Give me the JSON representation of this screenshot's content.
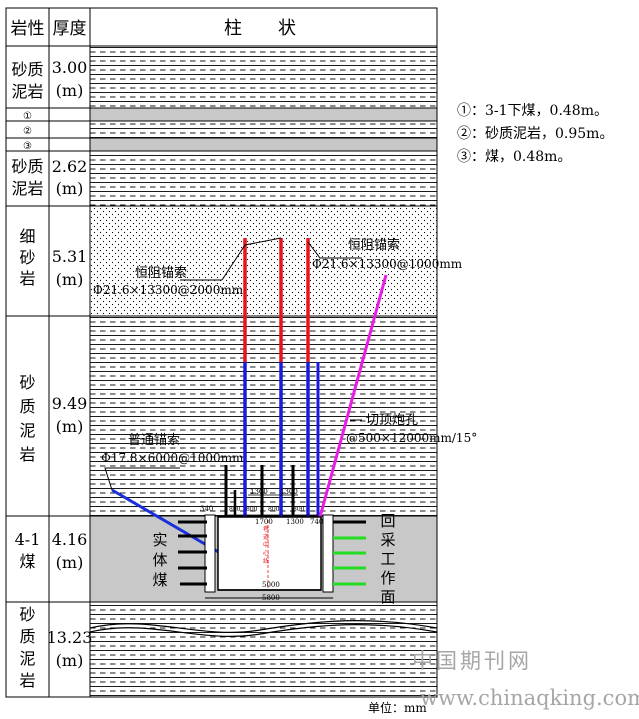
{
  "header": {
    "lithology": "岩性",
    "thickness": "厚度",
    "column": "柱　　状"
  },
  "layers": [
    {
      "id": "sandy-mudstone-1",
      "name": "砂质泥岩",
      "thickness": "3.00",
      "unit": "(m)"
    },
    {
      "id": "thin-1",
      "name": "①",
      "thickness": "",
      "unit": ""
    },
    {
      "id": "thin-2",
      "name": "②",
      "thickness": "",
      "unit": ""
    },
    {
      "id": "thin-3",
      "name": "③",
      "thickness": "",
      "unit": ""
    },
    {
      "id": "sandy-mudstone-2",
      "name": "砂质泥岩",
      "thickness": "2.62",
      "unit": "(m)"
    },
    {
      "id": "fine-sandstone",
      "name": "细砂岩",
      "thickness": "5.31",
      "unit": "(m)"
    },
    {
      "id": "sandy-mudstone-3",
      "name": "砂质泥岩",
      "thickness": "9.49",
      "unit": "(m)"
    },
    {
      "id": "coal-4-1",
      "name": "4-1煤",
      "thickness": "4.16",
      "unit": "(m)"
    },
    {
      "id": "sandy-mudstone-4",
      "name": "砂质泥岩",
      "thickness": "13.23",
      "unit": "(m)"
    }
  ],
  "legend_notes": [
    "①：3-1下煤，0.48m。",
    "②：砂质泥岩，0.95m。",
    "③：煤，0.48m。"
  ],
  "annotations": {
    "cable_left_title": "恒阻锚索",
    "cable_left_spec": "Φ21.6×13300@2000mm",
    "cable_right_title": "恒阻锚索",
    "cable_right_spec": "Φ21.6×13300@1000mm",
    "blast_hole_title": "切顶炮孔",
    "blast_hole_spec": "@500×12000mm/15°",
    "common_cable_title": "普通锚索",
    "common_cable_spec": "Φ17.8×6000@1000mm",
    "solid_coal": "实体煤",
    "working_face": "回采工作面",
    "roadway_center": "巷道中心线",
    "dim_340": "340",
    "dim_1700": "1700",
    "dim_1300": "1300",
    "dim_740": "740",
    "dim_800": "800",
    "dim_5000": "5000",
    "dim_5800": "5800"
  },
  "footer": {
    "unit_label": "单位：mm",
    "watermark_cn": "中国期刊网",
    "watermark_url": "www.chinaqking.com"
  },
  "colors": {
    "constant_resistance_cable_red": "#e8141c",
    "cable_blue": "#1a1adc",
    "blast_hole_magenta": "#e61ee6",
    "common_cable_blue": "#1a30d8",
    "coal_gray": "#c8c8c8",
    "working_face_bolt_green": "#22dd22",
    "watermark": "#9a9a9a"
  }
}
